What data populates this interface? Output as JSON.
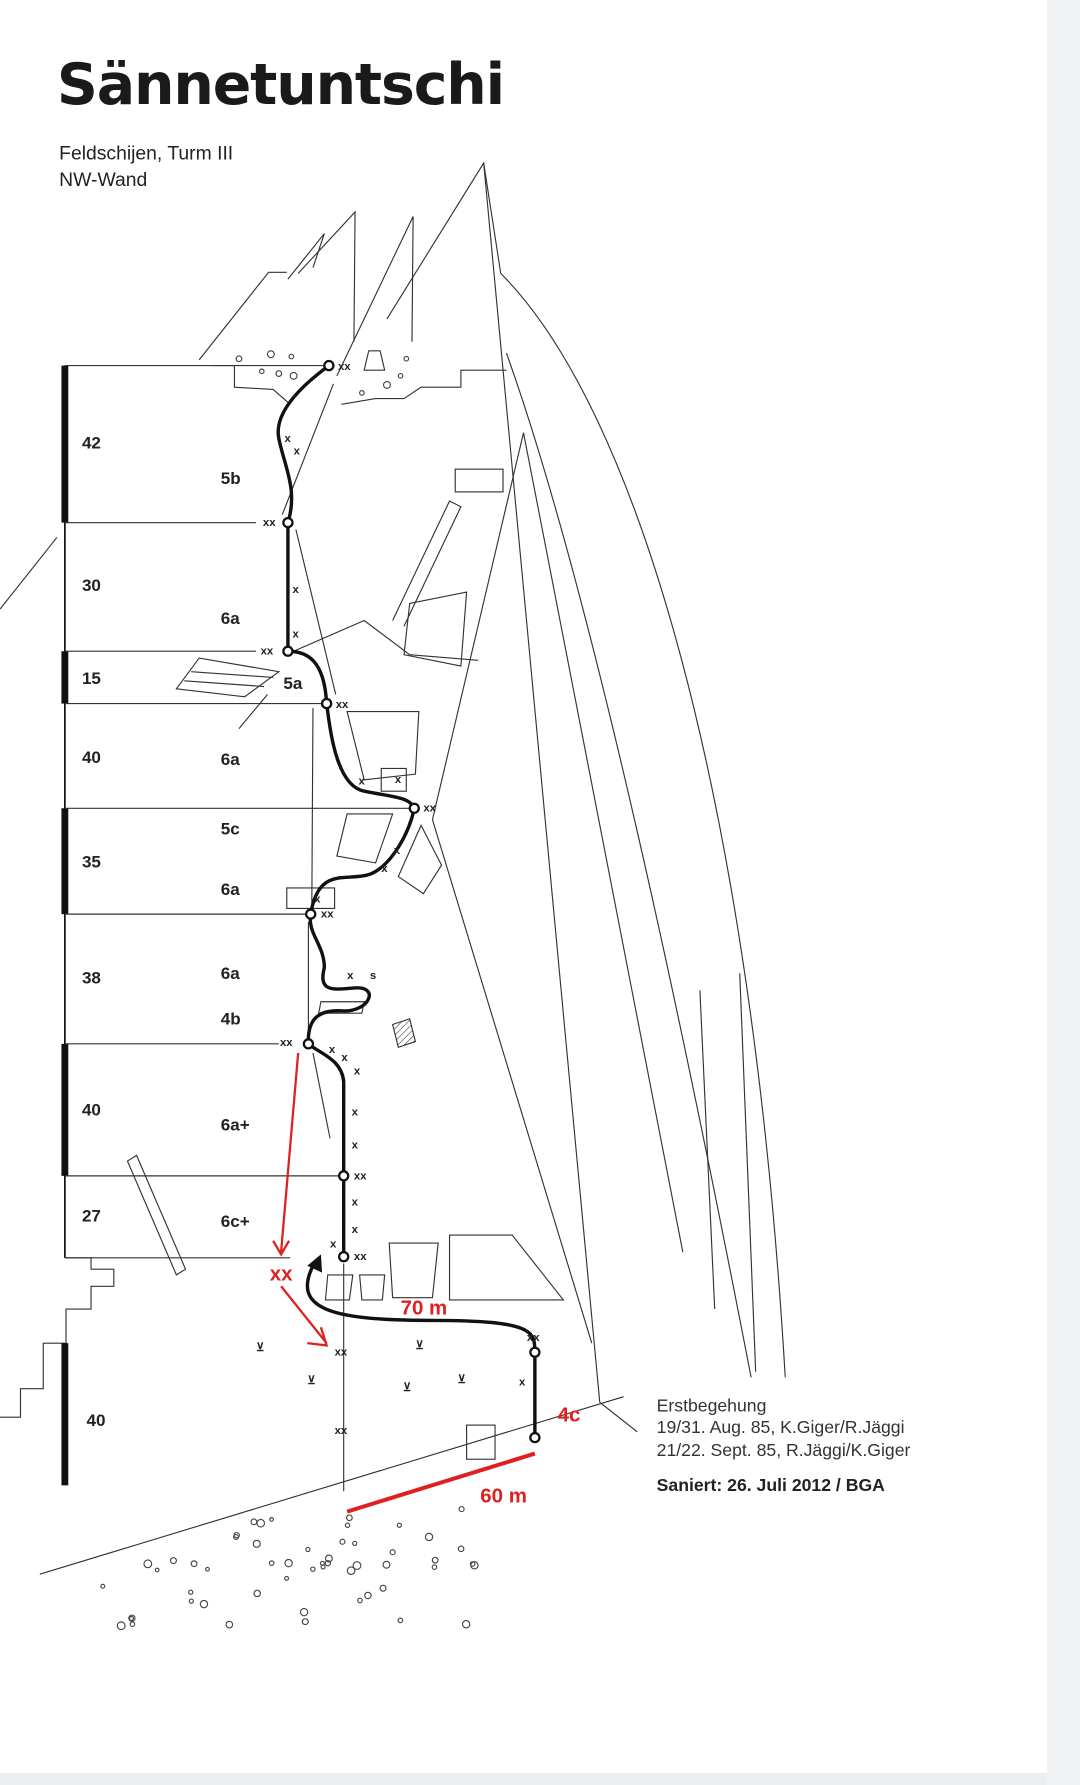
{
  "title": "Sännetuntschi",
  "subtitle": [
    "Feldschijen, Turm III",
    "NW-Wand"
  ],
  "pitches": [
    {
      "length": "42",
      "grades": [
        "5b"
      ]
    },
    {
      "length": "30",
      "grades": [
        "6a"
      ]
    },
    {
      "length": "15",
      "grades": [
        "5a"
      ]
    },
    {
      "length": "40",
      "grades": [
        "6a"
      ]
    },
    {
      "length": "35",
      "grades": [
        "5c",
        "6a"
      ]
    },
    {
      "length": "38",
      "grades": [
        "6a",
        "4b"
      ]
    },
    {
      "length": "40",
      "grades": [
        "6a+"
      ]
    },
    {
      "length": "27",
      "grades": [
        "6c+"
      ]
    }
  ],
  "approach_length": "40",
  "approach_grade": "4c",
  "station_label": "xx",
  "bolt_label": "x",
  "sling_label": "s",
  "annotations": {
    "red_station": "xx",
    "rappel_length": "70 m",
    "approach_distance": "60 m",
    "color": "#e02020"
  },
  "credits": {
    "heading": "Erstbegehung",
    "lines": [
      "19/31. Aug. 85, K.Giger/R.Jäggi",
      "21/22. Sept. 85, R.Jäggi/K.Giger"
    ],
    "renovated": "Saniert: 26. Juli 2012 / BGA"
  }
}
